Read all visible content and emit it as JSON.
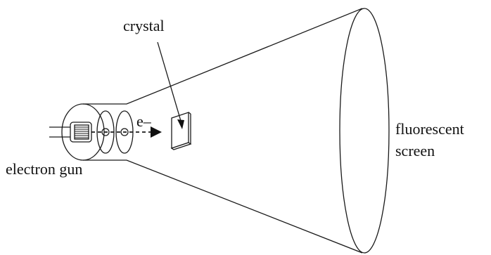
{
  "diagram": {
    "labels": {
      "crystal": "crystal",
      "electron_symbol": "e–",
      "screen_line1": "fluorescent",
      "screen_line2": "screen",
      "gun": "electron gun"
    }
  }
}
